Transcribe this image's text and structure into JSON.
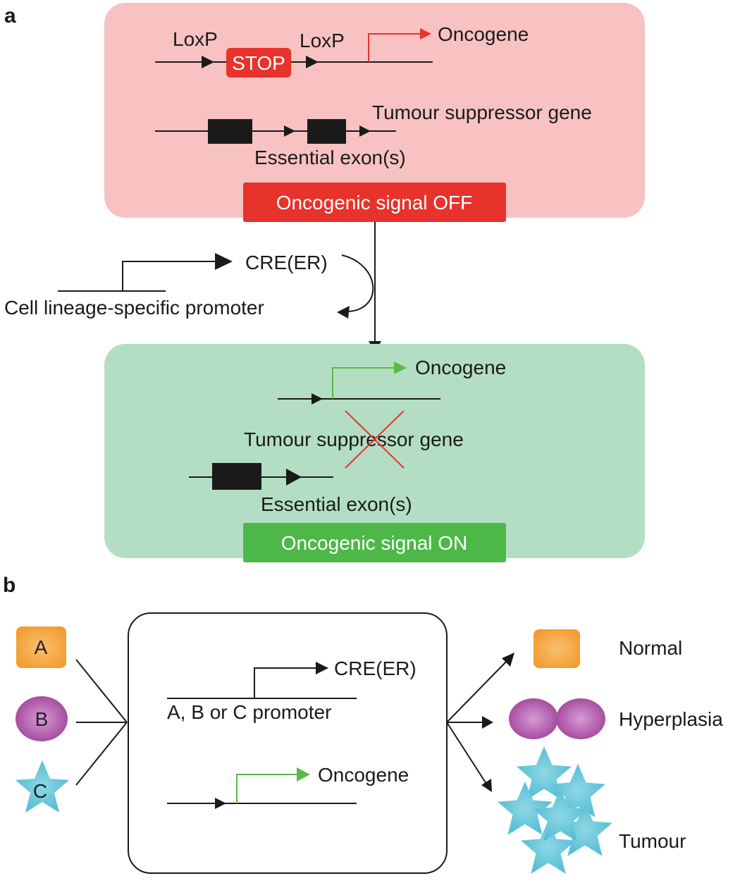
{
  "panel_a": {
    "letter": "a",
    "top_box": {
      "loxp_left": "LoxP",
      "stop": "STOP",
      "loxp_right": "LoxP",
      "oncogene": "Oncogene",
      "tumour_suppressor": "Tumour suppressor gene",
      "essential_exons": "Essential exon(s)",
      "signal": "Oncogenic signal OFF"
    },
    "cre": {
      "cre_label": "CRE(ER)",
      "promoter_label": "Cell lineage-specific promoter"
    },
    "bottom_box": {
      "oncogene": "Oncogene",
      "tumour_suppressor": "Tumour suppressor gene",
      "essential_exons": "Essential exon(s)",
      "signal": "Oncogenic signal ON"
    }
  },
  "panel_b": {
    "letter": "b",
    "cells": {
      "a": "A",
      "b": "B",
      "c": "C"
    },
    "box": {
      "cre_label": "CRE(ER)",
      "promoter_label": "A, B or C promoter",
      "oncogene": "Oncogene"
    },
    "outcomes": {
      "normal": "Normal",
      "hyperplasia": "Hyperplasia",
      "tumour": "Tumour"
    }
  },
  "colors": {
    "off_box": "#f8c2c2",
    "off_label": "#e8322c",
    "on_box": "#b4dec4",
    "on_label": "#4db848",
    "promoter_red": "#e8322c",
    "promoter_green": "#5cb847",
    "cell_orange": "#f5a540",
    "cell_purple": "#a84aa0",
    "cell_cyan": "#5cc4d8"
  }
}
